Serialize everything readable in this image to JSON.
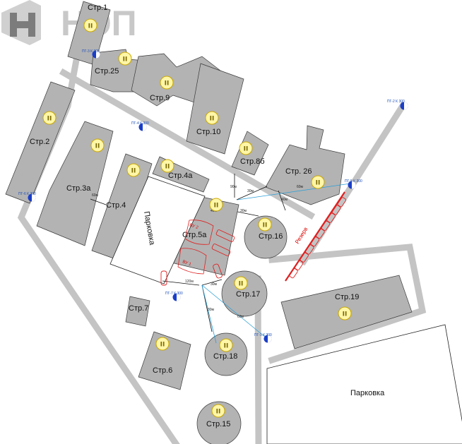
{
  "logo": {
    "text": "НЭП"
  },
  "colors": {
    "building": "#b3b3b3",
    "road": "#c4c4c4",
    "badge_fill": "#fff6a8",
    "badge_stroke": "#c9a800",
    "hydrant": "#1a3ec8",
    "reserve": "#e02020",
    "hose": "#2b9fd6"
  },
  "buildings": {
    "str1": "Стр.1",
    "str25": "Стр.25",
    "str9": "Стр.9",
    "str2": "Стр.2",
    "str10": "Стр.10",
    "str8b": "Стр.8б",
    "str26": "Стр. 26",
    "str3a": "Стр.3а",
    "str4": "Стр.4",
    "str4a": "Стр.4а",
    "str5a": "Стр.5а",
    "str16": "Стр.16",
    "str17": "Стр.17",
    "str7": "Стр.7",
    "str19": "Стр.19",
    "str18": "Стр.18",
    "str6": "Стр.6",
    "str15": "Стр.15"
  },
  "parking": {
    "vertical": "Парковка",
    "bottom": "Парковка"
  },
  "badge": {
    "symbol": "II"
  },
  "reserve_label": "Резерв",
  "vu_labels": [
    "ВУ 2",
    "ВУ 1"
  ],
  "hydrants": [
    {
      "id": "h1",
      "label": "ПГ-3 К 300"
    },
    {
      "id": "h2",
      "label": "ПГ-4 К 300"
    },
    {
      "id": "h3",
      "label": "ПГ-5 К 300"
    },
    {
      "id": "h4",
      "label": "ПГ-2 К 300"
    },
    {
      "id": "h5",
      "label": "ПГ-1 К 300"
    },
    {
      "id": "h6",
      "label": "ПГ-6 К 300"
    },
    {
      "id": "h7",
      "label": "ПГ-7 К 300"
    }
  ],
  "distances": [
    "60м",
    "90м",
    "30м",
    "40м",
    "30м",
    "60м",
    "120м",
    "30м",
    "30м",
    "60м",
    "40м"
  ]
}
